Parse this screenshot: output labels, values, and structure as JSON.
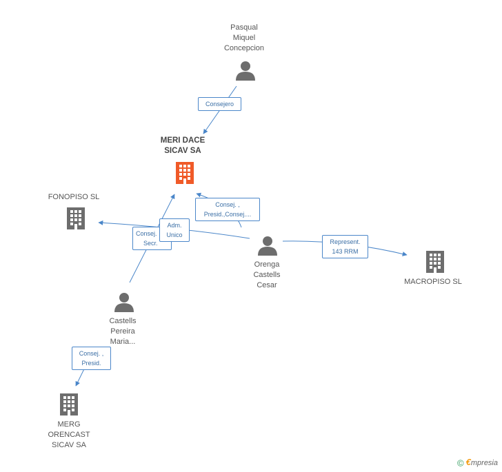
{
  "nodes": {
    "pasqual": {
      "label_lines": [
        "Pasqual",
        "Miquel",
        "Concepcion"
      ],
      "type": "person"
    },
    "meri_dace": {
      "label_lines": [
        "MERI DACE",
        "SICAV SA"
      ],
      "type": "company-main"
    },
    "fonopiso": {
      "label_lines": [
        "FONOPISO SL"
      ],
      "type": "company"
    },
    "orenga": {
      "label_lines": [
        "Orenga",
        "Castells",
        "Cesar"
      ],
      "type": "person"
    },
    "macropiso": {
      "label_lines": [
        "MACROPISO SL"
      ],
      "type": "company"
    },
    "castells": {
      "label_lines": [
        "Castells",
        "Pereira",
        "Maria..."
      ],
      "type": "person"
    },
    "merg": {
      "label_lines": [
        "MERG",
        "ORENCAST",
        "SICAV SA"
      ],
      "type": "company"
    }
  },
  "edges": {
    "pasqual_meri": {
      "lines": [
        "Consejero"
      ]
    },
    "orenga_meri": {
      "lines": [
        "Consej. ,",
        "Presid.,Consej...."
      ]
    },
    "orenga_fonopiso": {
      "lines": [
        "Consej.",
        "Secr."
      ]
    },
    "castells_meri": {
      "lines": [
        "Adm.",
        "Unico"
      ]
    },
    "orenga_macropiso": {
      "lines": [
        "Represent.",
        "143 RRM"
      ]
    },
    "castells_merg": {
      "lines": [
        "Consej. ,",
        "Presid."
      ]
    }
  },
  "footer": {
    "copyright_symbol": "©",
    "brand_initial": "€",
    "brand_rest": "mpresia"
  },
  "colors": {
    "edge": "#4a86c9",
    "company_main": "#f05a28",
    "company": "#6d6d6d",
    "person": "#6d6d6d"
  }
}
